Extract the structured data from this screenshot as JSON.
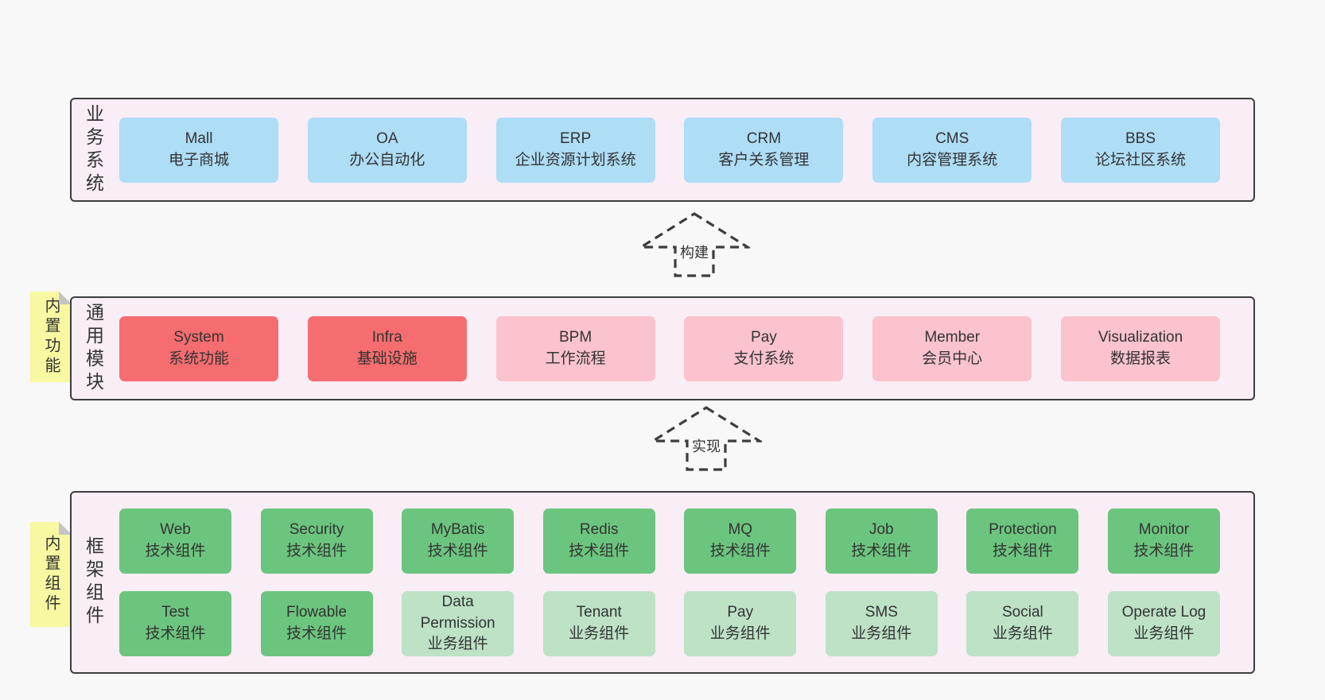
{
  "colors": {
    "pageBg": "#f8f8f8",
    "sectionBg": "#f9edf6",
    "sectionBorder": "#3d3d3d",
    "text": "#333333",
    "blue": "#aeddf6",
    "red": "#f66d6f",
    "pink": "#fac3cd",
    "green": "#6cc57e",
    "lightGreen": "#bde2c6",
    "sticky": "#f8f8a2",
    "stickyFold": "#c4c4c4",
    "arrow": "#3d3d3d"
  },
  "sections": {
    "business": {
      "label": "业务系统",
      "boxes": [
        {
          "title": "Mall",
          "subtitle": "电子商城"
        },
        {
          "title": "OA",
          "subtitle": "办公自动化"
        },
        {
          "title": "ERP",
          "subtitle": "企业资源计划系统"
        },
        {
          "title": "CRM",
          "subtitle": "客户关系管理"
        },
        {
          "title": "CMS",
          "subtitle": "内容管理系统"
        },
        {
          "title": "BBS",
          "subtitle": "论坛社区系统"
        }
      ]
    },
    "modules": {
      "label": "通用模块",
      "sticky": "内置功能",
      "boxes": [
        {
          "title": "System",
          "subtitle": "系统功能"
        },
        {
          "title": "Infra",
          "subtitle": "基础设施"
        },
        {
          "title": "BPM",
          "subtitle": "工作流程"
        },
        {
          "title": "Pay",
          "subtitle": "支付系统"
        },
        {
          "title": "Member",
          "subtitle": "会员中心"
        },
        {
          "title": "Visualization",
          "subtitle": "数据报表"
        }
      ]
    },
    "framework": {
      "label": "框架组件",
      "sticky": "内置组件",
      "row1": [
        {
          "title": "Web",
          "subtitle": "技术组件"
        },
        {
          "title": "Security",
          "subtitle": "技术组件"
        },
        {
          "title": "MyBatis",
          "subtitle": "技术组件"
        },
        {
          "title": "Redis",
          "subtitle": "技术组件"
        },
        {
          "title": "MQ",
          "subtitle": "技术组件"
        },
        {
          "title": "Job",
          "subtitle": "技术组件"
        },
        {
          "title": "Protection",
          "subtitle": "技术组件"
        },
        {
          "title": "Monitor",
          "subtitle": "技术组件"
        }
      ],
      "row2": [
        {
          "title": "Test",
          "subtitle": "技术组件"
        },
        {
          "title": "Flowable",
          "subtitle": "技术组件"
        },
        {
          "title": "Data Permission",
          "subtitle": "业务组件"
        },
        {
          "title": "Tenant",
          "subtitle": "业务组件"
        },
        {
          "title": "Pay",
          "subtitle": "业务组件"
        },
        {
          "title": "SMS",
          "subtitle": "业务组件"
        },
        {
          "title": "Social",
          "subtitle": "业务组件"
        },
        {
          "title": "Operate Log",
          "subtitle": "业务组件"
        }
      ]
    }
  },
  "arrows": {
    "build": "构建",
    "implement": "实现"
  }
}
